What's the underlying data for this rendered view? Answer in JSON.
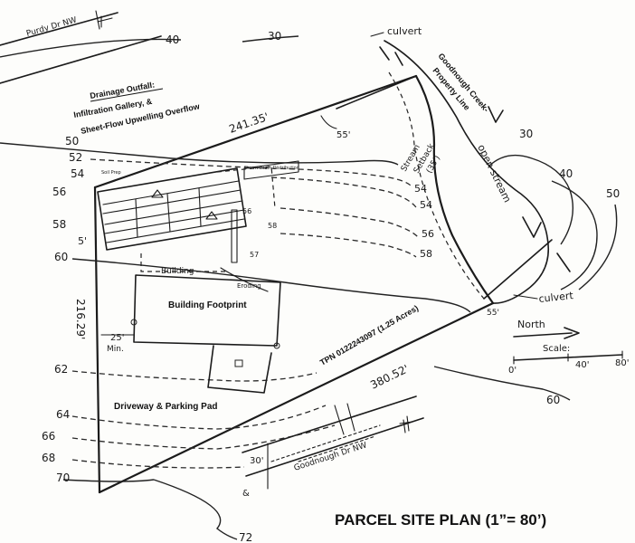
{
  "title": "PARCEL SITE PLAN (1”= 80’)",
  "roads": {
    "purdy": "Purdy Dr NW",
    "goodnough": "Goodnough Dr NW"
  },
  "creek": {
    "label_line1": "Goodnough Creek-",
    "label_line2": "Property Line",
    "stream_text": "open stream",
    "setback_line1": "Stream",
    "setback_line2": "Setback",
    "setback_line3": "(35')",
    "culvert_top": "culvert",
    "culvert_bottom": "culvert",
    "angle_top": "55'",
    "angle_bottom": "55'"
  },
  "drainage": {
    "line1": "Drainage Outfall:",
    "line2": "Infiltration Gallery, &",
    "line3": "Sheet-Flow Upwelling Overflow"
  },
  "gallery_notes": {
    "note_a": "Storm Drain Distribution",
    "note_b": "Soil Prep"
  },
  "dims": {
    "north_boundary": "241.35'",
    "west_boundary": "216.29'",
    "south_boundary": "380.52'",
    "setback_min_value": "25'",
    "setback_min_unit": "Min.",
    "five_ft": "5'",
    "thirty_ft": "30'"
  },
  "labels": {
    "building_footprint": "Building Footprint",
    "driveway": "Driveway & Parking Pad",
    "tpn": "TPN 0122243097 (1.25 Acres)",
    "building_small": "Building",
    "eroding": "Eroding"
  },
  "contours": {
    "c30a": "30",
    "c40a": "40",
    "c50": "50",
    "c52": "52",
    "c54": "54",
    "c56": "56",
    "c58": "58",
    "c60": "60",
    "c62": "62",
    "c64": "64",
    "c66": "66",
    "c68": "68",
    "c70": "70",
    "c72": "72",
    "r54": "54",
    "r56": "56",
    "r58": "58",
    "r57": "57",
    "r58b": "58",
    "r30": "30",
    "r40": "40",
    "r50": "50",
    "r60": "60",
    "r56b": "56",
    "r54b": "54"
  },
  "legend": {
    "north": "North",
    "scale": "Scale:",
    "s0": "0'",
    "s40": "40'",
    "s80": "80'"
  }
}
